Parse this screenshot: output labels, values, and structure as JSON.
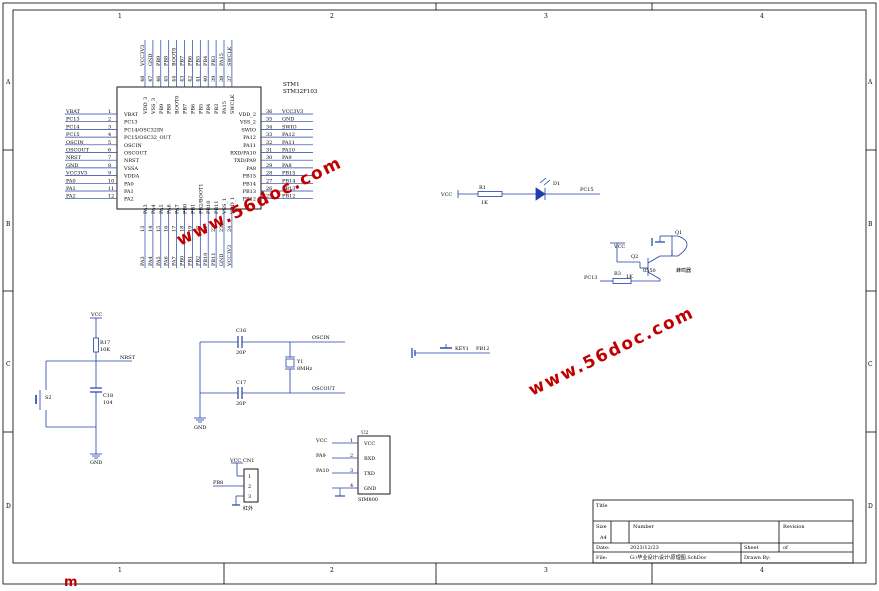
{
  "frame": {
    "col_labels": [
      "1",
      "2",
      "3",
      "4"
    ],
    "row_labels": [
      "A",
      "B",
      "C",
      "D"
    ]
  },
  "mcu": {
    "designator": "STM1",
    "part": "STM32F103",
    "left_pins": [
      {
        "num": "1",
        "name": "VBAT",
        "net": "VBAT"
      },
      {
        "num": "2",
        "name": "PC13",
        "net": "PC13"
      },
      {
        "num": "3",
        "name": "PC14/OSC32IN",
        "net": "PC14"
      },
      {
        "num": "4",
        "name": "PC15/OSC32_OUT",
        "net": "PC15"
      },
      {
        "num": "5",
        "name": "OSCIN",
        "net": "OSCIN"
      },
      {
        "num": "6",
        "name": "OSCOUT",
        "net": "OSCOUT"
      },
      {
        "num": "7",
        "name": "NRST",
        "net": "NRST"
      },
      {
        "num": "8",
        "name": "VSSA",
        "net": "GND"
      },
      {
        "num": "9",
        "name": "VDDA",
        "net": "VCC3V3"
      },
      {
        "num": "10",
        "name": "PA0",
        "net": "PA0"
      },
      {
        "num": "11",
        "name": "PA1",
        "net": "PA1"
      },
      {
        "num": "12",
        "name": "PA2",
        "net": "PA2"
      }
    ],
    "right_pins": [
      {
        "num": "36",
        "name": "VDD_2",
        "net": "VCC3V3"
      },
      {
        "num": "35",
        "name": "VSS_2",
        "net": "GND"
      },
      {
        "num": "34",
        "name": "SWIO",
        "net": "SWIO"
      },
      {
        "num": "33",
        "name": "PA12",
        "net": "PA12"
      },
      {
        "num": "32",
        "name": "PA11",
        "net": "PA11"
      },
      {
        "num": "31",
        "name": "RXD/PA10",
        "net": "PA10"
      },
      {
        "num": "30",
        "name": "TXD/PA9",
        "net": "PA9"
      },
      {
        "num": "29",
        "name": "PA8",
        "net": "PA8"
      },
      {
        "num": "28",
        "name": "PB15",
        "net": "PB15"
      },
      {
        "num": "27",
        "name": "PB14",
        "net": "PB14"
      },
      {
        "num": "26",
        "name": "PB13",
        "net": "PB13"
      },
      {
        "num": "25",
        "name": "PB12",
        "net": "PB12"
      }
    ],
    "top_pins": [
      {
        "num": "48",
        "name": "VDD_3",
        "net": "VCC3V3"
      },
      {
        "num": "47",
        "name": "VSS_3",
        "net": "GND"
      },
      {
        "num": "46",
        "name": "PB9",
        "net": "PB9"
      },
      {
        "num": "45",
        "name": "PB8",
        "net": "PB8"
      },
      {
        "num": "44",
        "name": "BOOT0",
        "net": "BOOT0"
      },
      {
        "num": "43",
        "name": "PB7",
        "net": "PB7"
      },
      {
        "num": "42",
        "name": "PB6",
        "net": "PB6"
      },
      {
        "num": "41",
        "name": "PB5",
        "net": "PB5"
      },
      {
        "num": "40",
        "name": "PB4",
        "net": "PB4"
      },
      {
        "num": "39",
        "name": "PB3",
        "net": "PB3"
      },
      {
        "num": "38",
        "name": "PA15",
        "net": "PA15"
      },
      {
        "num": "37",
        "name": "SWCLK",
        "net": "SWCLK"
      }
    ],
    "bottom_pins": [
      {
        "num": "13",
        "name": "PA3",
        "net": "PA3"
      },
      {
        "num": "14",
        "name": "PA4",
        "net": "PA4"
      },
      {
        "num": "15",
        "name": "PA5",
        "net": "PA5"
      },
      {
        "num": "16",
        "name": "PA6",
        "net": "PA6"
      },
      {
        "num": "17",
        "name": "PA7",
        "net": "PA7"
      },
      {
        "num": "18",
        "name": "PB0",
        "net": "PB0"
      },
      {
        "num": "19",
        "name": "PB1",
        "net": "PB1"
      },
      {
        "num": "20",
        "name": "PB2/BOOT1",
        "net": "PB2"
      },
      {
        "num": "21",
        "name": "PB10",
        "net": "PB10"
      },
      {
        "num": "22",
        "name": "PB11",
        "net": "PB11"
      },
      {
        "num": "23",
        "name": "VSS_1",
        "net": "GND"
      },
      {
        "num": "24",
        "name": "VDD_1",
        "net": "VCC3V3"
      }
    ]
  },
  "led_circuit": {
    "vcc": "VCC",
    "r_ref": "R1",
    "r_val": "1K",
    "led_ref": "D1",
    "net": "PC15"
  },
  "buzzer_circuit": {
    "vcc": "VCC",
    "q_ref": "Q2",
    "q_part": "8550",
    "r_ref": "R3",
    "r_val": "1K",
    "net": "PC13",
    "bz_ref": "Q1",
    "bz_label": "蜂鸣器"
  },
  "reset_circuit": {
    "vcc": "VCC",
    "r_ref": "R17",
    "r_val": "10K",
    "net": "NRST",
    "c_ref": "C18",
    "c_val": "104",
    "sw_ref": "S2",
    "gnd": "GND"
  },
  "crystal_circuit": {
    "c16": "C16",
    "c16_val": "20P",
    "c17": "C17",
    "c17_val": "20P",
    "y_ref": "Y1",
    "y_val": "8MHz",
    "net_in": "OSCIN",
    "net_out": "OSCOUT",
    "gnd": "GND"
  },
  "key_circuit": {
    "ref": "KEY1",
    "net": "PB12"
  },
  "sim800": {
    "ref": "U2",
    "part": "SIM800",
    "pins": [
      {
        "num": "1",
        "name": "VCC",
        "net": "VCC"
      },
      {
        "num": "2",
        "name": "RXD",
        "net": "PA9"
      },
      {
        "num": "3",
        "name": "TXD",
        "net": "PA10"
      },
      {
        "num": "4",
        "name": "GND",
        "net": ""
      }
    ]
  },
  "ir_sensor": {
    "ref": "CN1",
    "vcc": "VCC",
    "net": "PB8",
    "label": "红外",
    "pins": [
      "1",
      "2",
      "3"
    ]
  },
  "title_block": {
    "title_label": "Title",
    "size_label": "Size",
    "size_value": "A4",
    "number_label": "Number",
    "revision_label": "Revision",
    "date_label": "Date:",
    "date_value": "2023/12/23",
    "sheet_label": "Sheet",
    "of_label": "of",
    "file_label": "File:",
    "file_value": "G:\\毕业设计\\设计\\原理图.SchDoc",
    "drawn_label": "Drawn By:"
  },
  "watermark": {
    "text": "www.56doc.com",
    "corner": "m"
  },
  "colors": {
    "wire": "#1f3fa8",
    "border": "#000000",
    "led": "#1f3fa8",
    "watermark": "#c00000"
  }
}
